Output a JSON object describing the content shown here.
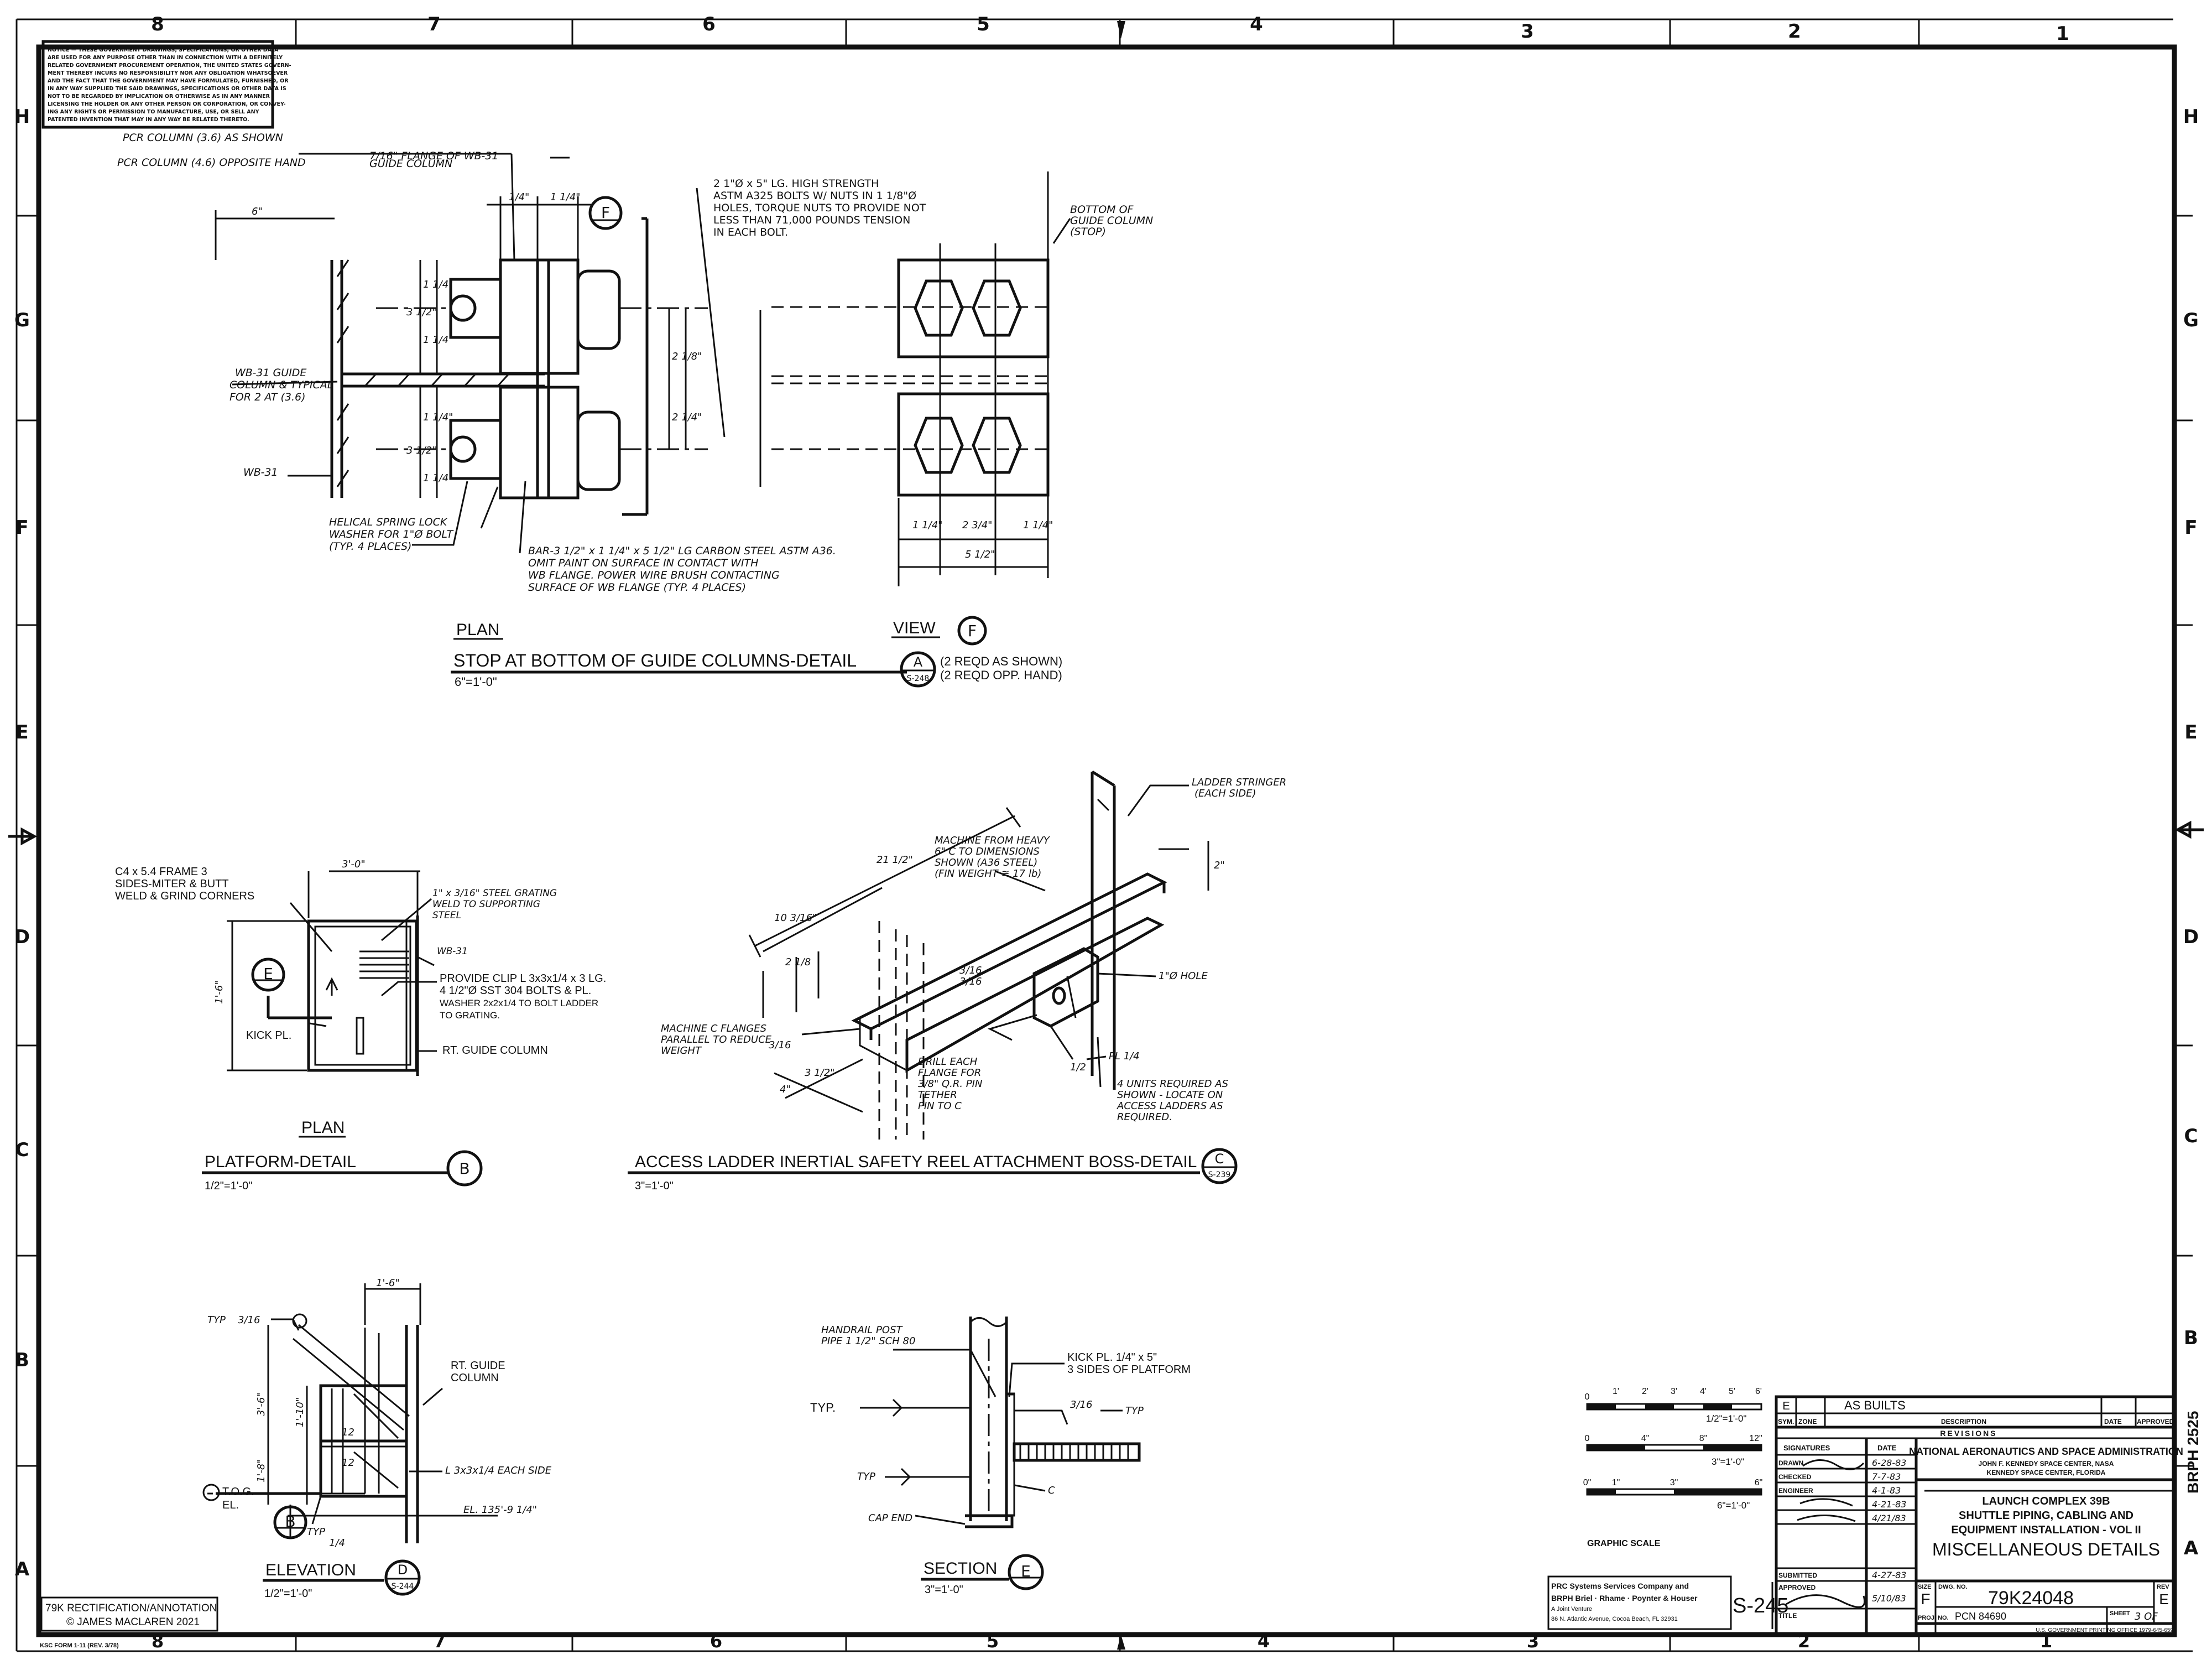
{
  "border": {
    "top_zones": [
      "8",
      "7",
      "6",
      "5",
      "4",
      "3",
      "2",
      "1"
    ],
    "bottom_zones": [
      "8",
      "7",
      "6",
      "5",
      "4",
      "3",
      "2",
      "1"
    ],
    "side_rows": [
      "H",
      "G",
      "F",
      "E",
      "D",
      "C",
      "B",
      "A"
    ]
  },
  "notice_box": {
    "lines": [
      "NOTICE — THESE GOVERNMENT DRAWINGS, SPECIFICATIONS, OR OTHER DATA",
      "ARE USED FOR ANY PURPOSE OTHER THAN IN CONNECTION WITH A DEFINITELY",
      "RELATED GOVERNMENT PROCUREMENT OPERATION, THE UNITED STATES GOVERN-",
      "MENT THEREBY INCURS NO RESPONSIBILITY NOR ANY OBLIGATION WHATSOEVER",
      "AND THE FACT THAT THE GOVERNMENT MAY HAVE FORMULATED, FURNISHED, OR",
      "IN ANY WAY SUPPLIED THE SAID DRAWINGS, SPECIFICATIONS OR OTHER DATA IS",
      "NOT TO BE REGARDED BY IMPLICATION OR OTHERWISE AS IN ANY MANNER",
      "LICENSING THE HOLDER OR ANY OTHER PERSON OR CORPORATION, OR CONVEY-",
      "ING ANY RIGHTS OR PERMISSION TO MANUFACTURE, USE, OR SELL ANY",
      "PATENTED INVENTION THAT MAY IN ANY WAY BE RELATED THERETO."
    ]
  },
  "detail_a": {
    "notes": {
      "pcr_shown": "PCR COLUMN (3.6) AS SHOWN",
      "pcr_opposite": "PCR COLUMN (4.6) OPPOSITE HAND",
      "flange": "7/16\" FLANGE OF WB-31",
      "flange_2": "GUIDE COLUMN",
      "bolts_1": "2 1\"Ø x 5\" LG. HIGH STRENGTH",
      "bolts_2": "ASTM A325 BOLTS W/ NUTS IN 1 1/8\"Ø",
      "bolts_3": "HOLES, TORQUE NUTS TO PROVIDE NOT",
      "bolts_4": "LESS THAN 71,000 POUNDS TENSION",
      "bolts_5": "IN EACH BOLT.",
      "bottom_1": "BOTTOM OF",
      "bottom_2": "GUIDE COLUMN",
      "bottom_3": "(STOP)",
      "wb_guide_1": "WB-31 GUIDE",
      "wb_guide_2": "COLUMN & TYPICAL",
      "wb_guide_3": "FOR 2 AT (3.6)",
      "wb31": "WB-31",
      "lock_1": "HELICAL SPRING LOCK",
      "lock_2": "WASHER FOR 1\"Ø BOLT",
      "lock_3": "(TYP. 4 PLACES)",
      "bar_1": "BAR-3 1/2\" x 1 1/4\" x 5 1/2\" LG CARBON STEEL ASTM A36.",
      "bar_2": "OMIT PAINT ON SURFACE IN CONTACT WITH",
      "bar_3": "WB FLANGE. POWER WIRE BRUSH CONTACTING",
      "bar_4": "SURFACE OF WB FLANGE (TYP. 4 PLACES)"
    },
    "dims": {
      "six": "6\"",
      "d1": "1/4\"",
      "d2": "1 1/4\"",
      "v1": "1 1/4\"",
      "v2": "3 1/2\"",
      "v3": "1 1/4\"",
      "v4": "1 1/4\"",
      "v5": "3 1/2\"",
      "v6": "1 1/4\"",
      "mid1": "2 1/8\"",
      "mid2": "2 1/4\"",
      "b1": "1 1/4\"",
      "b2": "2 3/4\"",
      "b3": "1 1/4\"",
      "b4": "5 1/2\""
    },
    "plan_label": "PLAN",
    "view_label": "VIEW",
    "view_letter": "F",
    "title": "STOP AT BOTTOM OF GUIDE COLUMNS-DETAIL",
    "scale": "6\"=1'-0\"",
    "callout_letter": "A",
    "callout_sheet": "S-248",
    "qty_1": "(2 REQD AS SHOWN)",
    "qty_2": "(2 REQD OPP. HAND)",
    "section_marker": "F"
  },
  "detail_b": {
    "frame_1": "C4 x 5.4 FRAME 3",
    "frame_2": "SIDES-MITER & BUTT",
    "frame_3": "WELD & GRIND CORNERS",
    "grating_1": "1\" x 3/16\" STEEL GRATING",
    "grating_2": "WELD TO SUPPORTING",
    "grating_3": "STEEL",
    "wb": "WB-31",
    "clip_1": "PROVIDE CLIP L 3x3x1/4 x 3 LG.",
    "clip_2": "4 1/2\"Ø SST 304 BOLTS & PL.",
    "clip_3": "WASHER 2x2x1/4 TO BOLT LADDER",
    "clip_4": "TO GRATING.",
    "kick": "KICK PL.",
    "rt_guide": "RT. GUIDE COLUMN",
    "width": "3'-0\"",
    "height": "1'-6\"",
    "section_marker": "E",
    "plan_label": "PLAN",
    "title": "PLATFORM-DETAIL",
    "scale": "1/2\"=1'-0\"",
    "callout_letter": "B"
  },
  "detail_c": {
    "stringer_1": "LADDER STRINGER",
    "stringer_2": "(EACH SIDE)",
    "machine_1": "MACHINE FROM HEAVY",
    "machine_2": "6\" C TO DIMENSIONS",
    "machine_3": "SHOWN (A36 STEEL)",
    "machine_4": "(FIN WEIGHT ≅ 17 lb)",
    "flanges_1": "MACHINE C FLANGES",
    "flanges_2": "PARALLEL TO REDUCE",
    "flanges_3": "WEIGHT",
    "hole": "1\"Ø HOLE",
    "pl": "PL 1/4",
    "drill_1": "DRILL EACH",
    "drill_2": "FLANGE FOR",
    "drill_3": "3/8\" Q.R. PIN",
    "drill_4": "TETHER",
    "drill_5": "PIN TO C",
    "units_1": "4 UNITS REQUIRED AS",
    "units_2": "SHOWN - LOCATE ON",
    "units_3": "ACCESS LADDERS AS",
    "units_4": "REQUIRED.",
    "d_21": "21 1/2\"",
    "d_10": "10 3/16\"",
    "d_2": "2\"",
    "d_a": "3/16",
    "d_b": "3/16",
    "d_c": "2 1/8",
    "d_d": "3/16",
    "d_e": "3 1/2\"",
    "d_f": "4\"",
    "d_g": "1/2",
    "title": "ACCESS LADDER INERTIAL SAFETY REEL ATTACHMENT BOSS-DETAIL",
    "scale": "3\"=1'-0\"",
    "callout_letter": "C",
    "callout_sheet": "S-239"
  },
  "detail_d": {
    "typ": "TYP",
    "typ_weld": "3/16",
    "width": "1'-6\"",
    "rt_1": "RT. GUIDE",
    "rt_2": "COLUMN",
    "l_angle": "L 3x3x1/4 EACH SIDE",
    "el": "EL. 135'-9 1/4\"",
    "tog": "T.O.G.",
    "el_short": "EL.",
    "h1": "3'-6\"",
    "h2": "1'-10\"",
    "h3": "1'-8\"",
    "n12a": "12",
    "n12b": "12",
    "section_marker": "B",
    "typ2": "TYP",
    "typ2_weld": "1/4",
    "title": "ELEVATION",
    "scale": "1/2\"=1'-0\"",
    "callout_letter": "D",
    "callout_sheet": "S-244"
  },
  "detail_e": {
    "handrail_1": "HANDRAIL POST",
    "handrail_2": "PIPE 1 1/2\" SCH 80",
    "kick_1": "KICK PL. 1/4\" x 5\"",
    "kick_2": "3 SIDES OF PLATFORM",
    "typ_a": "TYP.",
    "typ_b": "TYP",
    "typ_c": "TYP",
    "weld": "3/16",
    "cl": "C",
    "cap": "CAP END",
    "title": "SECTION",
    "scale": "3\"=1'-0\"",
    "callout_letter": "E"
  },
  "graphic_scale": {
    "title": "GRAPHIC SCALE",
    "s1_ticks": [
      "0",
      "1'",
      "2'",
      "3'",
      "4'",
      "5'",
      "6'"
    ],
    "s1_label": "1/2\"=1'-0\"",
    "s2_ticks": [
      "0",
      "4\"",
      "8\"",
      "12\""
    ],
    "s2_label": "3\"=1'-0\"",
    "s3_ticks": [
      "0\"",
      "1\"",
      "3\"",
      "6\""
    ],
    "s3_label": "6\"=1'-0\""
  },
  "revisions": {
    "rev": "E",
    "desc": "AS BUILTS",
    "date": "",
    "approved": "",
    "h_sym": "SYM.",
    "h_zone": "ZONE",
    "h_desc": "DESCRIPTION",
    "h_date": "DATE",
    "h_approved": "APPROVED",
    "label": "REVISIONS"
  },
  "title_block": {
    "h_signatures": "SIGNATURES",
    "h_date": "DATE",
    "drawn": "DRAWN",
    "drawn_date": "6-28-83",
    "checked": "CHECKED",
    "checked_date": "7-7-83",
    "engineer": "ENGINEER",
    "eng_date_1": "4-1-83",
    "eng_date_2": "4-21-83",
    "eng_date_3": "4/21/83",
    "submitted": "SUBMITTED",
    "submitted_date": "4-27-83",
    "approved": "APPROVED",
    "approved_date": "5/10/83",
    "agency_1": "NATIONAL AERONAUTICS AND SPACE ADMINISTRATION",
    "agency_2": "JOHN F. KENNEDY SPACE CENTER, NASA",
    "agency_3": "KENNEDY SPACE CENTER, FLORIDA",
    "project_1": "LAUNCH COMPLEX 39B",
    "project_2": "SHUTTLE PIPING, CABLING AND",
    "project_3": "EQUIPMENT INSTALLATION - VOL II",
    "sheet_title": "MISCELLANEOUS DETAILS",
    "title_label": "TITLE",
    "size_label": "SIZE",
    "size": "F",
    "dwg_label": "DWG. NO.",
    "dwg_no": "79K24048",
    "rev_label": "REV",
    "rev": "E",
    "proj_label": "PROJ. NO.",
    "proj_no": "PCN 84690",
    "sheet_label": "SHEET",
    "sheet": "3 OF",
    "gpo": "U.S. GOVERNMENT PRINTING OFFICE 1979-645-659",
    "firm_1": "PRC Systems Services Company and",
    "firm_2": "BRPH Briel · Rhame · Poynter & Houser",
    "firm_3": "A Joint Venture",
    "firm_4": "86 N. Atlantic Avenue, Cocoa Beach, FL 32931",
    "s_number": "S-245",
    "side_code": "BRPH 2525"
  },
  "annotation": {
    "line1": "79K RECTIFICATION/ANNOTATION",
    "line2": "© JAMES MACLAREN 2021"
  },
  "form_no": "KSC FORM 1-11 (REV. 3/78)"
}
